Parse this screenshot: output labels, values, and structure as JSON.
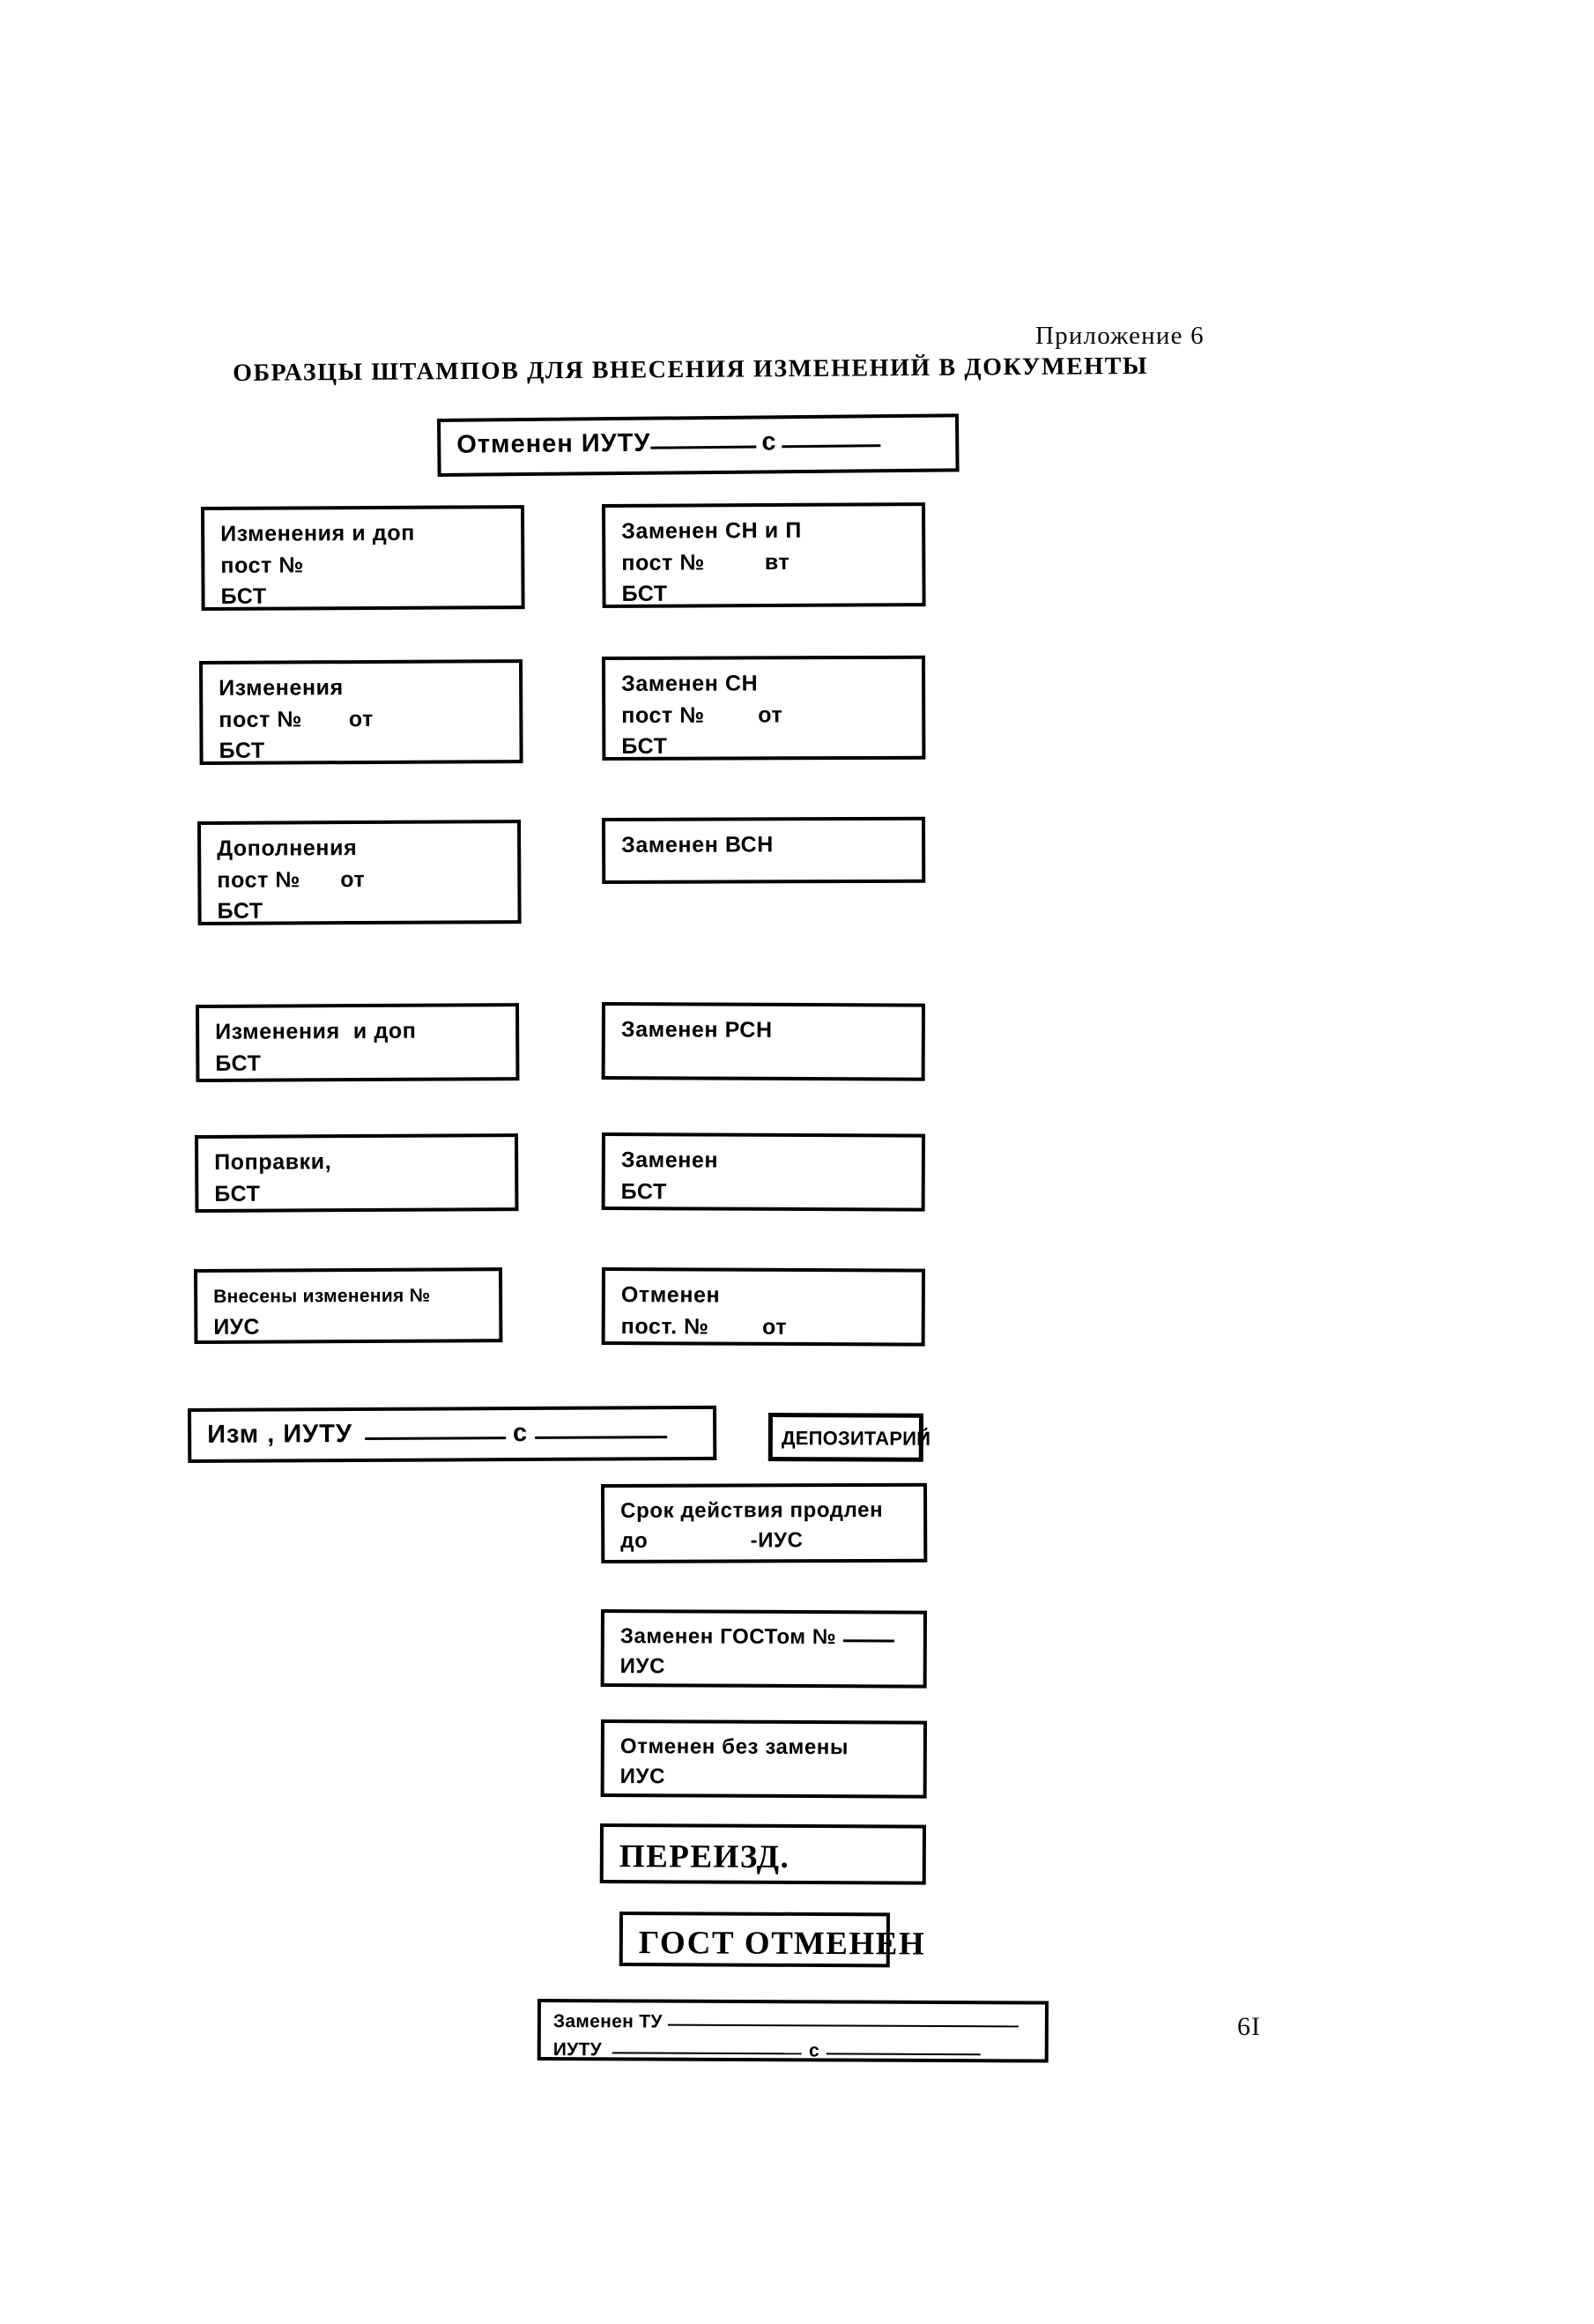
{
  "page": {
    "appendix_label": "Приложение 6",
    "title": "ОБРАЗЦЫ ШТАМПОВ ДЛЯ ВНЕСЕНИЯ ИЗМЕНЕНИЙ В ДОКУМЕНТЫ",
    "page_number": "6I"
  },
  "stamps": {
    "cancelled_iutu": {
      "line1_a": "Отменен ИУТУ",
      "line1_b": "с"
    },
    "changes_and_add_post": {
      "line1": "Изменения и доп",
      "line2": "пост №",
      "line3": "БСТ"
    },
    "replaced_snip": {
      "line1": "Заменен СН и П",
      "line2": "пост №         вт",
      "line3": "БСТ"
    },
    "changes_post": {
      "line1": "Изменения",
      "line2": "пост №       от",
      "line3": "БСТ"
    },
    "replaced_sn": {
      "line1": "Заменен СН",
      "line2": "пост №        от",
      "line3": "БСТ"
    },
    "additions_post": {
      "line1": "Дополнения",
      "line2": "пост №      от",
      "line3": "БСТ"
    },
    "replaced_vsn": {
      "line1": "Заменен ВСН"
    },
    "changes_and_add_bst": {
      "line1": "Изменения  и доп",
      "line2": "БСТ"
    },
    "replaced_rsn": {
      "line1": "Заменен РСН"
    },
    "corrections_bst": {
      "line1": "Поправки,",
      "line2": "БСТ"
    },
    "replaced_bst": {
      "line1": "Заменен",
      "line2": "БСТ"
    },
    "changes_entered_ius": {
      "line1": "Внесены изменения №",
      "line2": "ИУС"
    },
    "cancelled_post": {
      "line1": "Отменен",
      "line2": "пост. №        от"
    },
    "izm_iutu": {
      "line1_a": "Изм , ИУТУ",
      "line1_b": "с"
    },
    "depositary": {
      "line1": "ДЕПОЗИТАРИЙ"
    },
    "validity_extended": {
      "line1": "Срок действия продлен",
      "line2": "до                -ИУС"
    },
    "replaced_gost": {
      "line1_a": "Заменен ГОСТом №",
      "line2": "ИУС"
    },
    "cancelled_no_replacement": {
      "line1": "Отменен без замены",
      "line2": "ИУС"
    },
    "reissued": {
      "line1": "ПЕРЕИЗД."
    },
    "gost_cancelled": {
      "line1": "ГОСТ ОТМЕНЕН"
    },
    "replaced_tu_iutu": {
      "line1_a": "Заменен ТУ",
      "line2_a": "ИУТУ",
      "line2_b": "с"
    }
  }
}
